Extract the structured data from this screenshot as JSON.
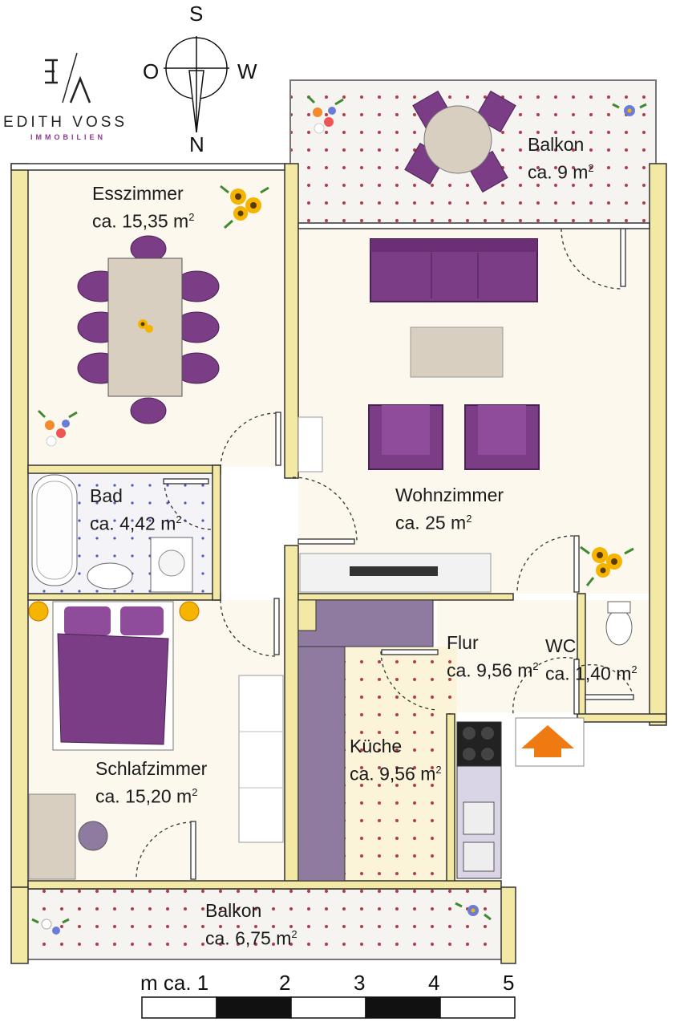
{
  "brand": {
    "name": "EDITH VOSS",
    "subtitle": "IMMOBILIEN",
    "accent_color": "#8a3a8c"
  },
  "compass": {
    "top": "S",
    "left": "O",
    "right": "W",
    "bottom": "N"
  },
  "rooms": [
    {
      "name": "Esszimmer",
      "area": "ca. 15,35 m",
      "unit_sup": "2"
    },
    {
      "name": "Balkon",
      "area": "ca. 9 m",
      "unit_sup": "2"
    },
    {
      "name": "Bad",
      "area": "ca. 4,42 m",
      "unit_sup": "2"
    },
    {
      "name": "Wohnzimmer",
      "area": "ca. 25 m",
      "unit_sup": "2"
    },
    {
      "name": "Flur",
      "area": "ca. 9,56 m",
      "unit_sup": "2"
    },
    {
      "name": "WC",
      "area": "ca. 1,40 m",
      "unit_sup": "2"
    },
    {
      "name": "Küche",
      "area": "ca. 9,56 m",
      "unit_sup": "2"
    },
    {
      "name": "Schlafzimmer",
      "area": "ca. 15,20 m",
      "unit_sup": "2"
    },
    {
      "name": "Balkon",
      "area": "ca. 6,75 m",
      "unit_sup": "2"
    }
  ],
  "scale": {
    "prefix": "m ca. 1",
    "ticks": [
      "2",
      "3",
      "4",
      "5"
    ]
  },
  "colors": {
    "wall": "#f3e9a4",
    "floor": "#fcf8ee",
    "furniture": "#7b3d86",
    "entrance_arrow": "#f07a12",
    "kitchen_counter": "#8f7aa0"
  },
  "icons": [
    "compass-icon",
    "sunflower-icon",
    "flower-bouquet-icon",
    "entrance-arrow-icon"
  ]
}
